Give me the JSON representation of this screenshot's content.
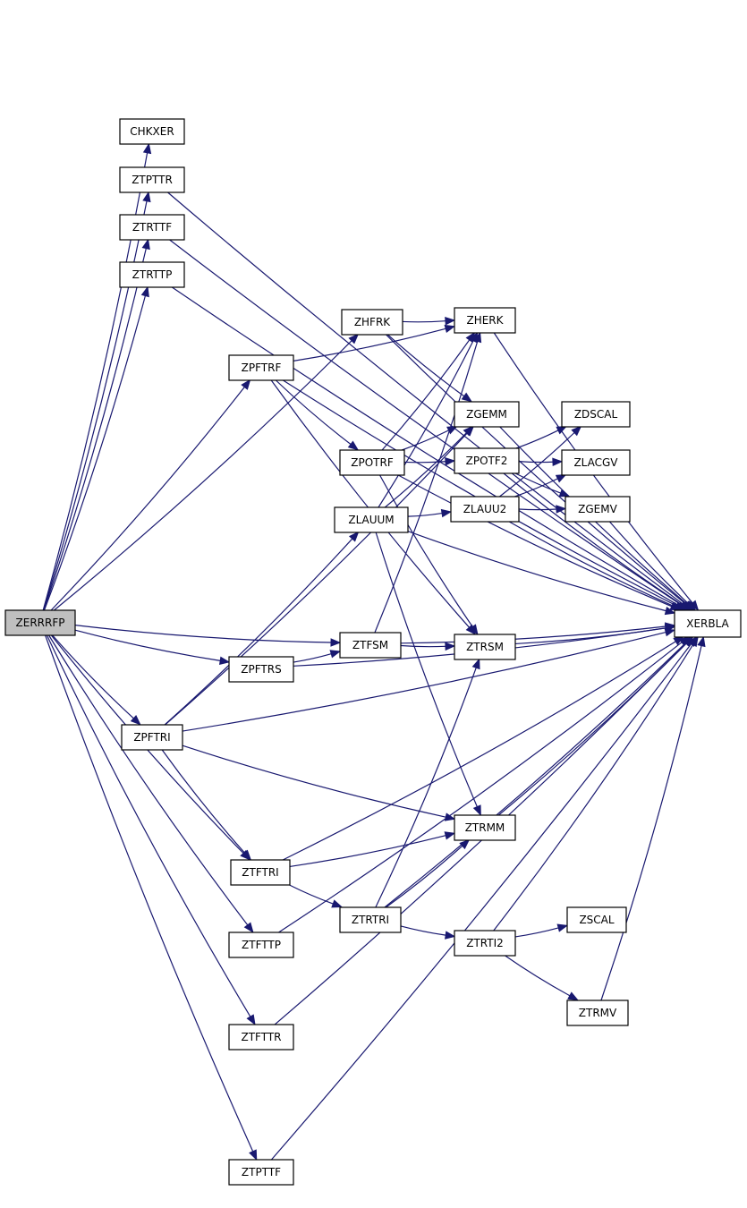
{
  "graph": {
    "nodes": [
      {
        "id": "ZERRRFP",
        "label": "ZERRRFP",
        "root": true
      },
      {
        "id": "CHKXER",
        "label": "CHKXER"
      },
      {
        "id": "ZTPTTR",
        "label": "ZTPTTR"
      },
      {
        "id": "ZTRTTF",
        "label": "ZTRTTF"
      },
      {
        "id": "ZTRTTP",
        "label": "ZTRTTP"
      },
      {
        "id": "ZHFRK",
        "label": "ZHFRK"
      },
      {
        "id": "ZHERK",
        "label": "ZHERK"
      },
      {
        "id": "ZPFTRF",
        "label": "ZPFTRF"
      },
      {
        "id": "ZGEMM",
        "label": "ZGEMM"
      },
      {
        "id": "ZDSCAL",
        "label": "ZDSCAL"
      },
      {
        "id": "ZPOTRF",
        "label": "ZPOTRF"
      },
      {
        "id": "ZPOTF2",
        "label": "ZPOTF2"
      },
      {
        "id": "ZLACGV",
        "label": "ZLACGV"
      },
      {
        "id": "ZLAUUM",
        "label": "ZLAUUM"
      },
      {
        "id": "ZLAUU2",
        "label": "ZLAUU2"
      },
      {
        "id": "ZGEMV",
        "label": "ZGEMV"
      },
      {
        "id": "XERBLA",
        "label": "XERBLA"
      },
      {
        "id": "ZTFSM",
        "label": "ZTFSM"
      },
      {
        "id": "ZTRSM",
        "label": "ZTRSM"
      },
      {
        "id": "ZPFTRS",
        "label": "ZPFTRS"
      },
      {
        "id": "ZPFTRI",
        "label": "ZPFTRI"
      },
      {
        "id": "ZTRMM",
        "label": "ZTRMM"
      },
      {
        "id": "ZTFTRI",
        "label": "ZTFTRI"
      },
      {
        "id": "ZTRTRI",
        "label": "ZTRTRI"
      },
      {
        "id": "ZSCAL",
        "label": "ZSCAL"
      },
      {
        "id": "ZTRTI2",
        "label": "ZTRTI2"
      },
      {
        "id": "ZTFTTP",
        "label": "ZTFTTP"
      },
      {
        "id": "ZTRMV",
        "label": "ZTRMV"
      },
      {
        "id": "ZTFTTR",
        "label": "ZTFTTR"
      },
      {
        "id": "ZTPTTF",
        "label": "ZTPTTF"
      }
    ],
    "edges": [
      [
        "ZERRRFP",
        "CHKXER"
      ],
      [
        "ZERRRFP",
        "ZTPTTR"
      ],
      [
        "ZERRRFP",
        "ZTRTTF"
      ],
      [
        "ZERRRFP",
        "ZTRTTP"
      ],
      [
        "ZERRRFP",
        "ZHFRK"
      ],
      [
        "ZERRRFP",
        "ZPFTRF"
      ],
      [
        "ZERRRFP",
        "ZTFSM"
      ],
      [
        "ZERRRFP",
        "ZPFTRS"
      ],
      [
        "ZERRRFP",
        "ZPFTRI"
      ],
      [
        "ZERRRFP",
        "ZTFTRI"
      ],
      [
        "ZERRRFP",
        "ZTFTTP"
      ],
      [
        "ZERRRFP",
        "ZTFTTR"
      ],
      [
        "ZERRRFP",
        "ZTPTTF"
      ],
      [
        "ZTPTTR",
        "XERBLA"
      ],
      [
        "ZTRTTF",
        "XERBLA"
      ],
      [
        "ZTRTTP",
        "XERBLA"
      ],
      [
        "ZHFRK",
        "ZHERK"
      ],
      [
        "ZHFRK",
        "ZGEMM"
      ],
      [
        "ZHFRK",
        "XERBLA"
      ],
      [
        "ZHERK",
        "XERBLA"
      ],
      [
        "ZPFTRF",
        "ZHERK"
      ],
      [
        "ZPFTRF",
        "ZPOTRF"
      ],
      [
        "ZPFTRF",
        "ZTRSM"
      ],
      [
        "ZPFTRF",
        "XERBLA"
      ],
      [
        "ZGEMM",
        "XERBLA"
      ],
      [
        "ZPOTRF",
        "ZHERK"
      ],
      [
        "ZPOTRF",
        "ZGEMM"
      ],
      [
        "ZPOTRF",
        "ZPOTF2"
      ],
      [
        "ZPOTRF",
        "ZTRSM"
      ],
      [
        "ZPOTRF",
        "XERBLA"
      ],
      [
        "ZPOTF2",
        "ZDSCAL"
      ],
      [
        "ZPOTF2",
        "ZLACGV"
      ],
      [
        "ZPOTF2",
        "ZGEMV"
      ],
      [
        "ZPOTF2",
        "XERBLA"
      ],
      [
        "ZLAUUM",
        "ZHERK"
      ],
      [
        "ZLAUUM",
        "ZGEMM"
      ],
      [
        "ZLAUUM",
        "ZLAUU2"
      ],
      [
        "ZLAUUM",
        "ZTRMM"
      ],
      [
        "ZLAUUM",
        "XERBLA"
      ],
      [
        "ZLAUU2",
        "ZDSCAL"
      ],
      [
        "ZLAUU2",
        "ZLACGV"
      ],
      [
        "ZLAUU2",
        "ZGEMV"
      ],
      [
        "ZLAUU2",
        "XERBLA"
      ],
      [
        "ZGEMV",
        "XERBLA"
      ],
      [
        "ZTFSM",
        "ZHERK"
      ],
      [
        "ZTFSM",
        "ZTRSM"
      ],
      [
        "ZTFSM",
        "XERBLA"
      ],
      [
        "ZTRSM",
        "XERBLA"
      ],
      [
        "ZPFTRS",
        "ZTFSM"
      ],
      [
        "ZPFTRS",
        "XERBLA"
      ],
      [
        "ZPFTRI",
        "ZGEMM"
      ],
      [
        "ZPFTRI",
        "ZLAUUM"
      ],
      [
        "ZPFTRI",
        "ZTFTRI"
      ],
      [
        "ZPFTRI",
        "ZTRMM"
      ],
      [
        "ZPFTRI",
        "XERBLA"
      ],
      [
        "ZTRMM",
        "XERBLA"
      ],
      [
        "ZTFTRI",
        "ZTRMM"
      ],
      [
        "ZTFTRI",
        "ZTRTRI"
      ],
      [
        "ZTFTRI",
        "XERBLA"
      ],
      [
        "ZTRTRI",
        "ZTRSM"
      ],
      [
        "ZTRTRI",
        "ZTRMM"
      ],
      [
        "ZTRTRI",
        "ZTRTI2"
      ],
      [
        "ZTRTRI",
        "XERBLA"
      ],
      [
        "ZTRTI2",
        "ZSCAL"
      ],
      [
        "ZTRTI2",
        "ZTRMV"
      ],
      [
        "ZTRTI2",
        "XERBLA"
      ],
      [
        "ZTRMV",
        "XERBLA"
      ],
      [
        "ZTFTTP",
        "XERBLA"
      ],
      [
        "ZTFTTR",
        "XERBLA"
      ],
      [
        "ZTPTTF",
        "XERBLA"
      ]
    ]
  }
}
